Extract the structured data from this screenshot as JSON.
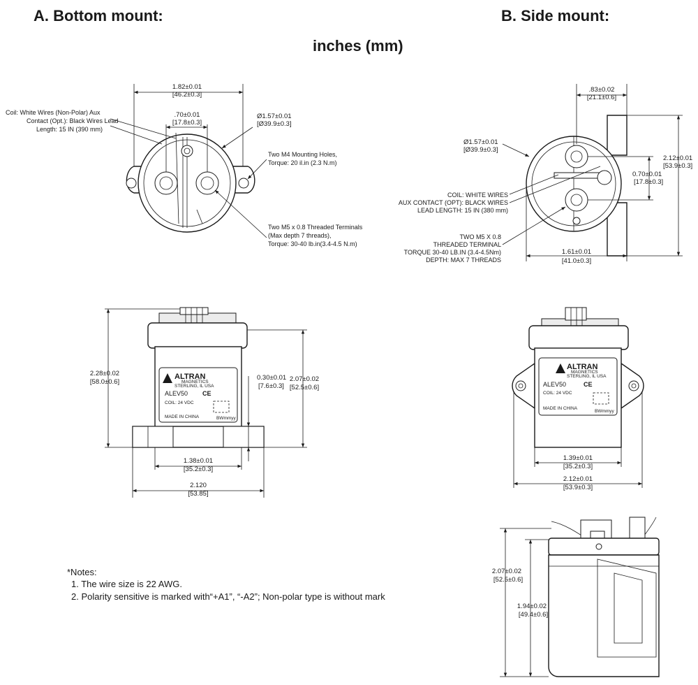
{
  "headers": {
    "bottom_mount": "A. Bottom mount:",
    "side_mount": "B. Side mount:",
    "units": "inches (mm)"
  },
  "bottom_top_view": {
    "width_dim": [
      "1.82±0.01",
      "[46.2±0.3]"
    ],
    "terminal_spacing_dim": [
      ".70±0.01",
      "[17.8±0.3]"
    ],
    "diameter_dim": [
      "Ø1.57±0.01",
      "[Ø39.9±0.3]"
    ],
    "coil_note": [
      "Coil: White Wires (Non-Polar) Aux",
      "Contact (Opt.): Black Wires Lead",
      "Length:  15 IN (390 mm)"
    ],
    "mounting_note": [
      "Two M4 Mounting Holes,",
      "Torque: 20 il.in (2.3 N.m)"
    ],
    "terminal_note": [
      "Two M5 x 0.8 Threaded Terminals",
      "(Max depth 7 threads),",
      "Torque: 30-40 lb.in(3.4-4.5 N.m)"
    ]
  },
  "bottom_front_view": {
    "height_total_dim": [
      "2.28±0.02",
      "[58.0±0.6]"
    ],
    "height_body_dim": [
      "2.07±0.02",
      "[52.5±0.6]"
    ],
    "flange_dim": [
      "0.30±0.01",
      "[7.6±0.3]"
    ],
    "inner_width_dim": [
      "1.38±0.01",
      "[35.2±0.3]"
    ],
    "outer_width_dim": [
      "2.120",
      "[53.85]"
    ]
  },
  "label": {
    "brand": "ALTRAN",
    "brand_sub": "MAGNETICS",
    "brand_loc": "STERLING, IL  USA",
    "model": "ALEV50",
    "coil": "COIL:  24 VDC",
    "made_in": "MADE IN CHINA",
    "date_code": "BWmmyy",
    "ce_mark": "CE"
  },
  "side_top_view": {
    "offset_dim": [
      ".83±0.02",
      "[21.1±0.6]"
    ],
    "diameter_dim": [
      "Ø1.57±0.01",
      "[Ø39.9±0.3]"
    ],
    "height_dim": [
      "2.12±0.01",
      "[53.9±0.3]"
    ],
    "terminal_spacing_dim": [
      "0.70±0.01",
      "[17.8±0.3]"
    ],
    "width_dim": [
      "1.61±0.01",
      "[41.0±0.3]"
    ],
    "coil_note": [
      "COIL: WHITE WIRES",
      "AUX CONTACT (OPT): BLACK WIRES",
      "LEAD LENGTH:  15 IN (380 mm)"
    ],
    "terminal_note": [
      "TWO M5 X 0.8",
      "THREADED TERMINAL",
      "TORQUE 30-40 LB.IN (3.4-4.5Nm)",
      "DEPTH: MAX 7 THREADS"
    ]
  },
  "side_front_view": {
    "inner_width_dim": [
      "1.39±0.01",
      "[35.2±0.3]"
    ],
    "outer_width_dim": [
      "2.12±0.01",
      "[53.9±0.3]"
    ]
  },
  "side_profile_view": {
    "height_total_dim": [
      "2.07±0.02",
      "[52.5±0.6]"
    ],
    "height_body_dim": [
      "1.94±0.02",
      "[49.4±0.6]"
    ]
  },
  "notes": {
    "title": "*Notes:",
    "items": [
      "1. The wire size is 22 AWG.",
      "2. Polarity sensitive is marked with“+A1”, “-A2”; Non-polar type is without mark"
    ]
  }
}
